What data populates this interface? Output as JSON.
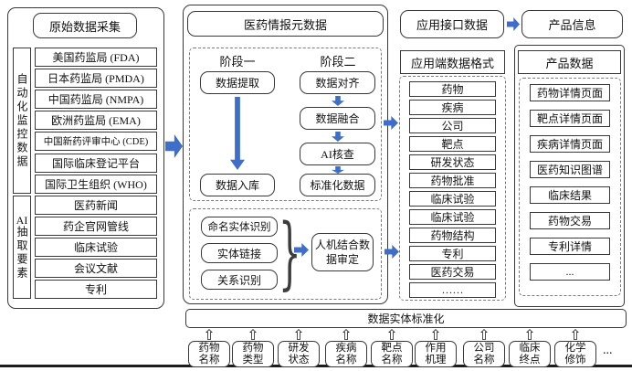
{
  "colors": {
    "arrow_blue": "#3E6EC9",
    "box_border": "#383838",
    "dashed_border": "#7a7a7a"
  },
  "left": {
    "title": "原始数据采集",
    "g1": {
      "label": "自动化监控数据",
      "items": [
        "美国药监局 (FDA)",
        "日本药监局 (PMDA)",
        "中国药监局 (NMPA)",
        "欧洲药监局 (EMA)",
        "中国新药评审中心 (CDE)",
        "国际临床登记平台",
        "国际卫生组织 (WHO)"
      ]
    },
    "g2": {
      "label_prefix": "AI",
      "label_rest": "抽取要素",
      "items": [
        "医药新闻",
        "药企官网管线",
        "临床试验",
        "会议文献",
        "专利"
      ]
    }
  },
  "mid": {
    "title": "医药情报元数据",
    "stage1_label": "阶段一",
    "stage2_label": "阶段二",
    "extract": "数据提取",
    "store": "数据入库",
    "steps": [
      "数据对齐",
      "数据融合",
      "AI核查",
      "标准化数据"
    ],
    "ner_items": [
      "命名实体识别",
      "实体链接",
      "关系识别"
    ],
    "brace": "}",
    "review": "人机结合数\n据审定"
  },
  "api": {
    "title": "应用接口数据",
    "subtitle": "应用端数据格式",
    "items": [
      "药物",
      "疾病",
      "公司",
      "靶点",
      "研发状态",
      "药物批准",
      "临床试验",
      "临床试验",
      "药物结构",
      "专利",
      "医药交易",
      "……"
    ]
  },
  "product": {
    "title": "产品信息",
    "subtitle": "产品数据",
    "items": [
      "药物详情页面",
      "靶点详情页面",
      "疾病详情页面",
      "医药知识图谱",
      "临床结果",
      "药物交易",
      "专利详情",
      "..."
    ]
  },
  "bottom": {
    "bar": "数据实体标准化",
    "labels": [
      "药物\n名称",
      "药物\n类型",
      "研发\n状态",
      "疾病\n名称",
      "靶点\n名称",
      "作用\n机理",
      "公司\n名称",
      "临床\n终点",
      "化学\n修饰"
    ],
    "more": "..."
  }
}
